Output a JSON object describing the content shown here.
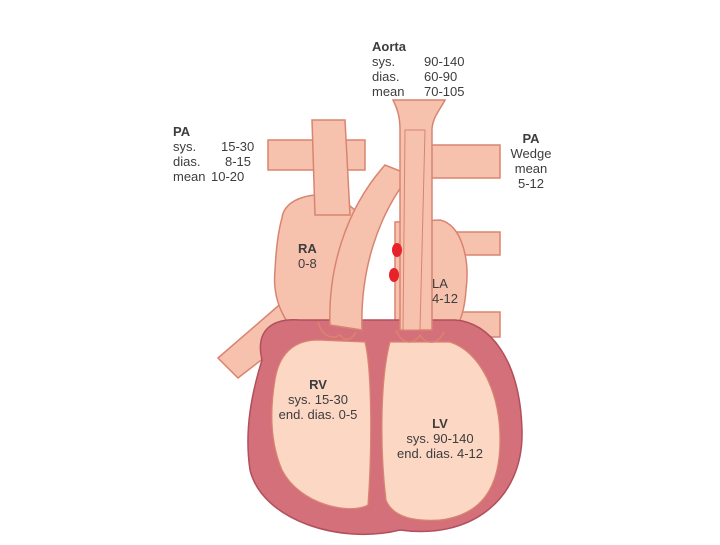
{
  "aorta": {
    "title": "Aorta",
    "rows": [
      {
        "label": "sys.",
        "value": "90-140"
      },
      {
        "label": "dias.",
        "value": "60-90"
      },
      {
        "label": "mean",
        "value": "70-105"
      }
    ]
  },
  "pa": {
    "title": "PA",
    "rows": [
      {
        "label": "sys.",
        "value": "15-30"
      },
      {
        "label": "dias.",
        "value": "8-15"
      },
      {
        "label": "mean",
        "value": "10-20"
      }
    ]
  },
  "pa_wedge": {
    "title": "PA",
    "line1": "Wedge",
    "line2": "mean",
    "line3": "5-12"
  },
  "ra": {
    "title": "RA",
    "value": "0-8"
  },
  "la": {
    "title": "LA",
    "value": "4-12"
  },
  "rv": {
    "title": "RV",
    "line1": "sys. 15-30",
    "line2": "end. dias. 0-5"
  },
  "lv": {
    "title": "LV",
    "line1": "sys. 90-140",
    "line2": "end. dias. 4-12"
  },
  "colors": {
    "vessel": "#f6c2ad",
    "vessel_edge": "#d98470",
    "muscle": "#d4707a",
    "muscle_dark": "#b24f5c",
    "chamber": "#fbd7c4",
    "valve": "#e8222a"
  }
}
